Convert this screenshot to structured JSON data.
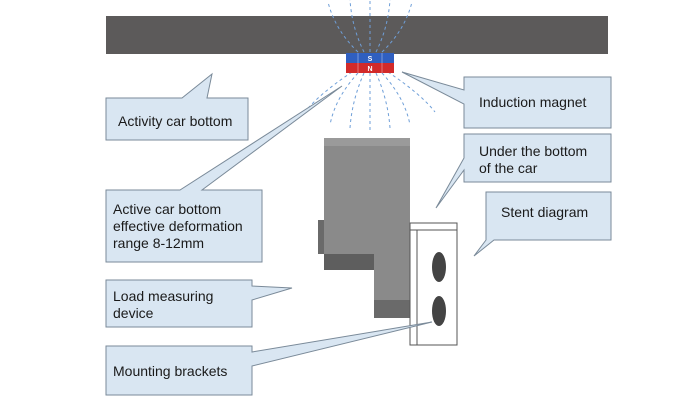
{
  "diagram": {
    "magnet": {
      "south_label": "S",
      "north_label": "N"
    },
    "callouts": {
      "activity_car_bottom": "Activity car bottom",
      "induction_magnet": "Induction magnet",
      "under_bottom_line1": "Under the bottom",
      "under_bottom_line2": "of the car",
      "stent_diagram": "Stent diagram",
      "deformation_line1": "Active car bottom",
      "deformation_line2": "effective deformation",
      "deformation_line3": "range 8-12mm",
      "load_line1": "Load measuring",
      "load_line2": "device",
      "mounting_brackets": "Mounting brackets"
    },
    "colors": {
      "car_bottom_bar": "#5c5a5a",
      "callout_fill": "#d9e6f2",
      "callout_stroke": "#7a8a99",
      "magnet_south": "#2f5fc0",
      "magnet_north": "#d22a2a",
      "field_lines": "#6f9fd8",
      "device_body": "#888888",
      "device_shadow": "#5a5a5a"
    }
  }
}
